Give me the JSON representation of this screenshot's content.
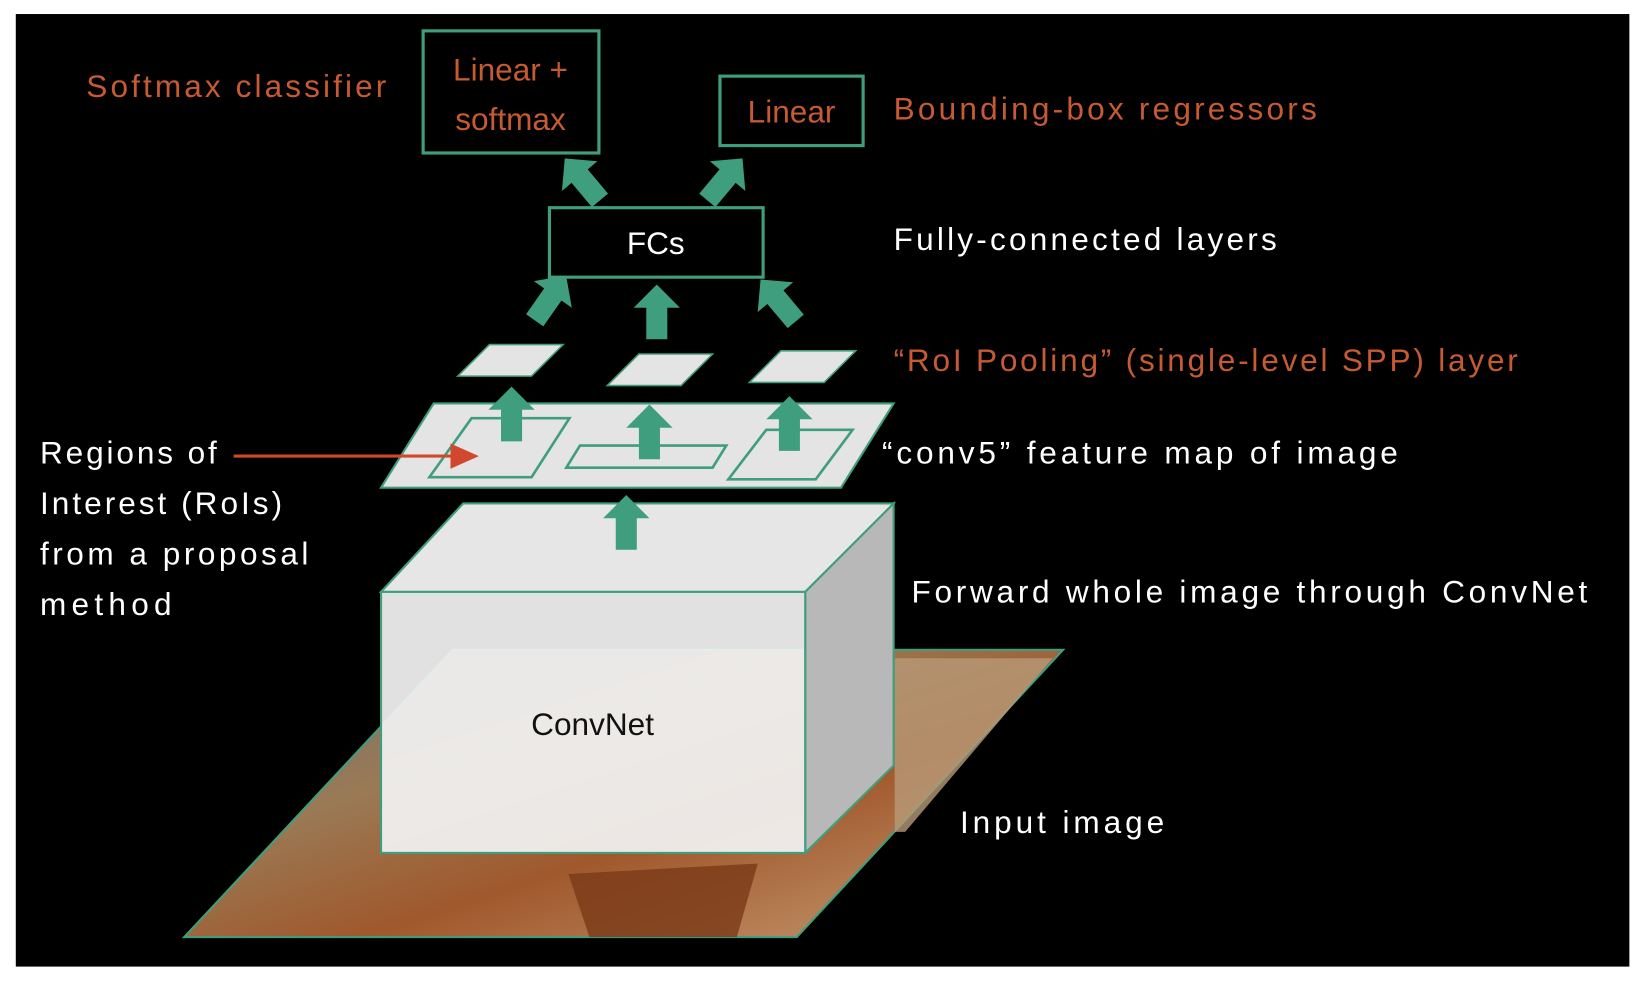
{
  "labels": {
    "softmax_classifier": "Softmax classifier",
    "linear_softmax_line1": "Linear +",
    "linear_softmax_line2": "softmax",
    "linear": "Linear",
    "bbox_regressors": "Bounding-box  regressors",
    "fcs": "FCs",
    "fully_connected": "Fully-connected layers",
    "roi_pooling": "“RoI Pooling”  (single-level SPP) layer",
    "conv5": "“conv5” feature map of image",
    "rois_line1": "Regions of",
    "rois_line2": "Interest (RoIs)",
    "rois_line3": "from a proposal",
    "rois_line4": "method",
    "forward": "Forward whole image through ConvNet",
    "convnet": "ConvNet",
    "input_image": "Input image"
  },
  "colors": {
    "background": "#000000",
    "accent_green": "#3f9e7e",
    "label_orange": "#c65a32",
    "roi_arrow_red": "#d0492f"
  }
}
